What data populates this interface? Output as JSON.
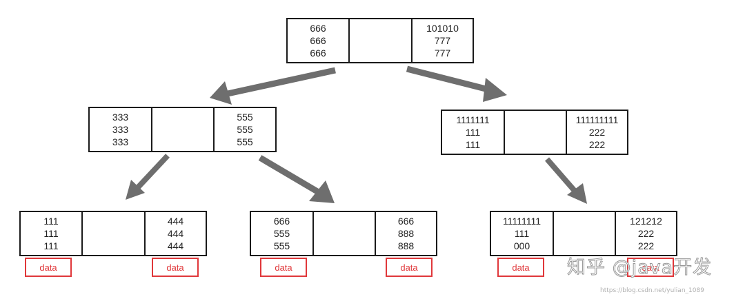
{
  "tree": {
    "root": {
      "cells": [
        [
          "666",
          "666",
          "666"
        ],
        [],
        [
          "101010",
          "777",
          "777"
        ]
      ]
    },
    "level1": [
      {
        "cells": [
          [
            "333",
            "333",
            "333"
          ],
          [],
          [
            "555",
            "555",
            "555"
          ]
        ]
      },
      {
        "cells": [
          [
            "1111111",
            "111",
            "111"
          ],
          [],
          [
            "111111111",
            "222",
            "222"
          ]
        ]
      }
    ],
    "leaves": [
      {
        "cells": [
          [
            "111",
            "111",
            "111"
          ],
          [],
          [
            "444",
            "444",
            "444"
          ]
        ],
        "data_labels": [
          "data",
          "data"
        ]
      },
      {
        "cells": [
          [
            "666",
            "555",
            "555"
          ],
          [],
          [
            "666",
            "888",
            "888"
          ]
        ],
        "data_labels": [
          "data",
          "data"
        ]
      },
      {
        "cells": [
          [
            "11111111",
            "111",
            "000"
          ],
          [],
          [
            "121212",
            "222",
            "222"
          ]
        ],
        "data_labels": [
          "data",
          "data"
        ]
      }
    ]
  },
  "watermark": {
    "text": "知乎 @java开发",
    "url": "https://blog.csdn.net/yulian_1089"
  },
  "colors": {
    "border": "#1a1a1a",
    "arrow": "#6e6e6e",
    "data": "#e0373a"
  }
}
